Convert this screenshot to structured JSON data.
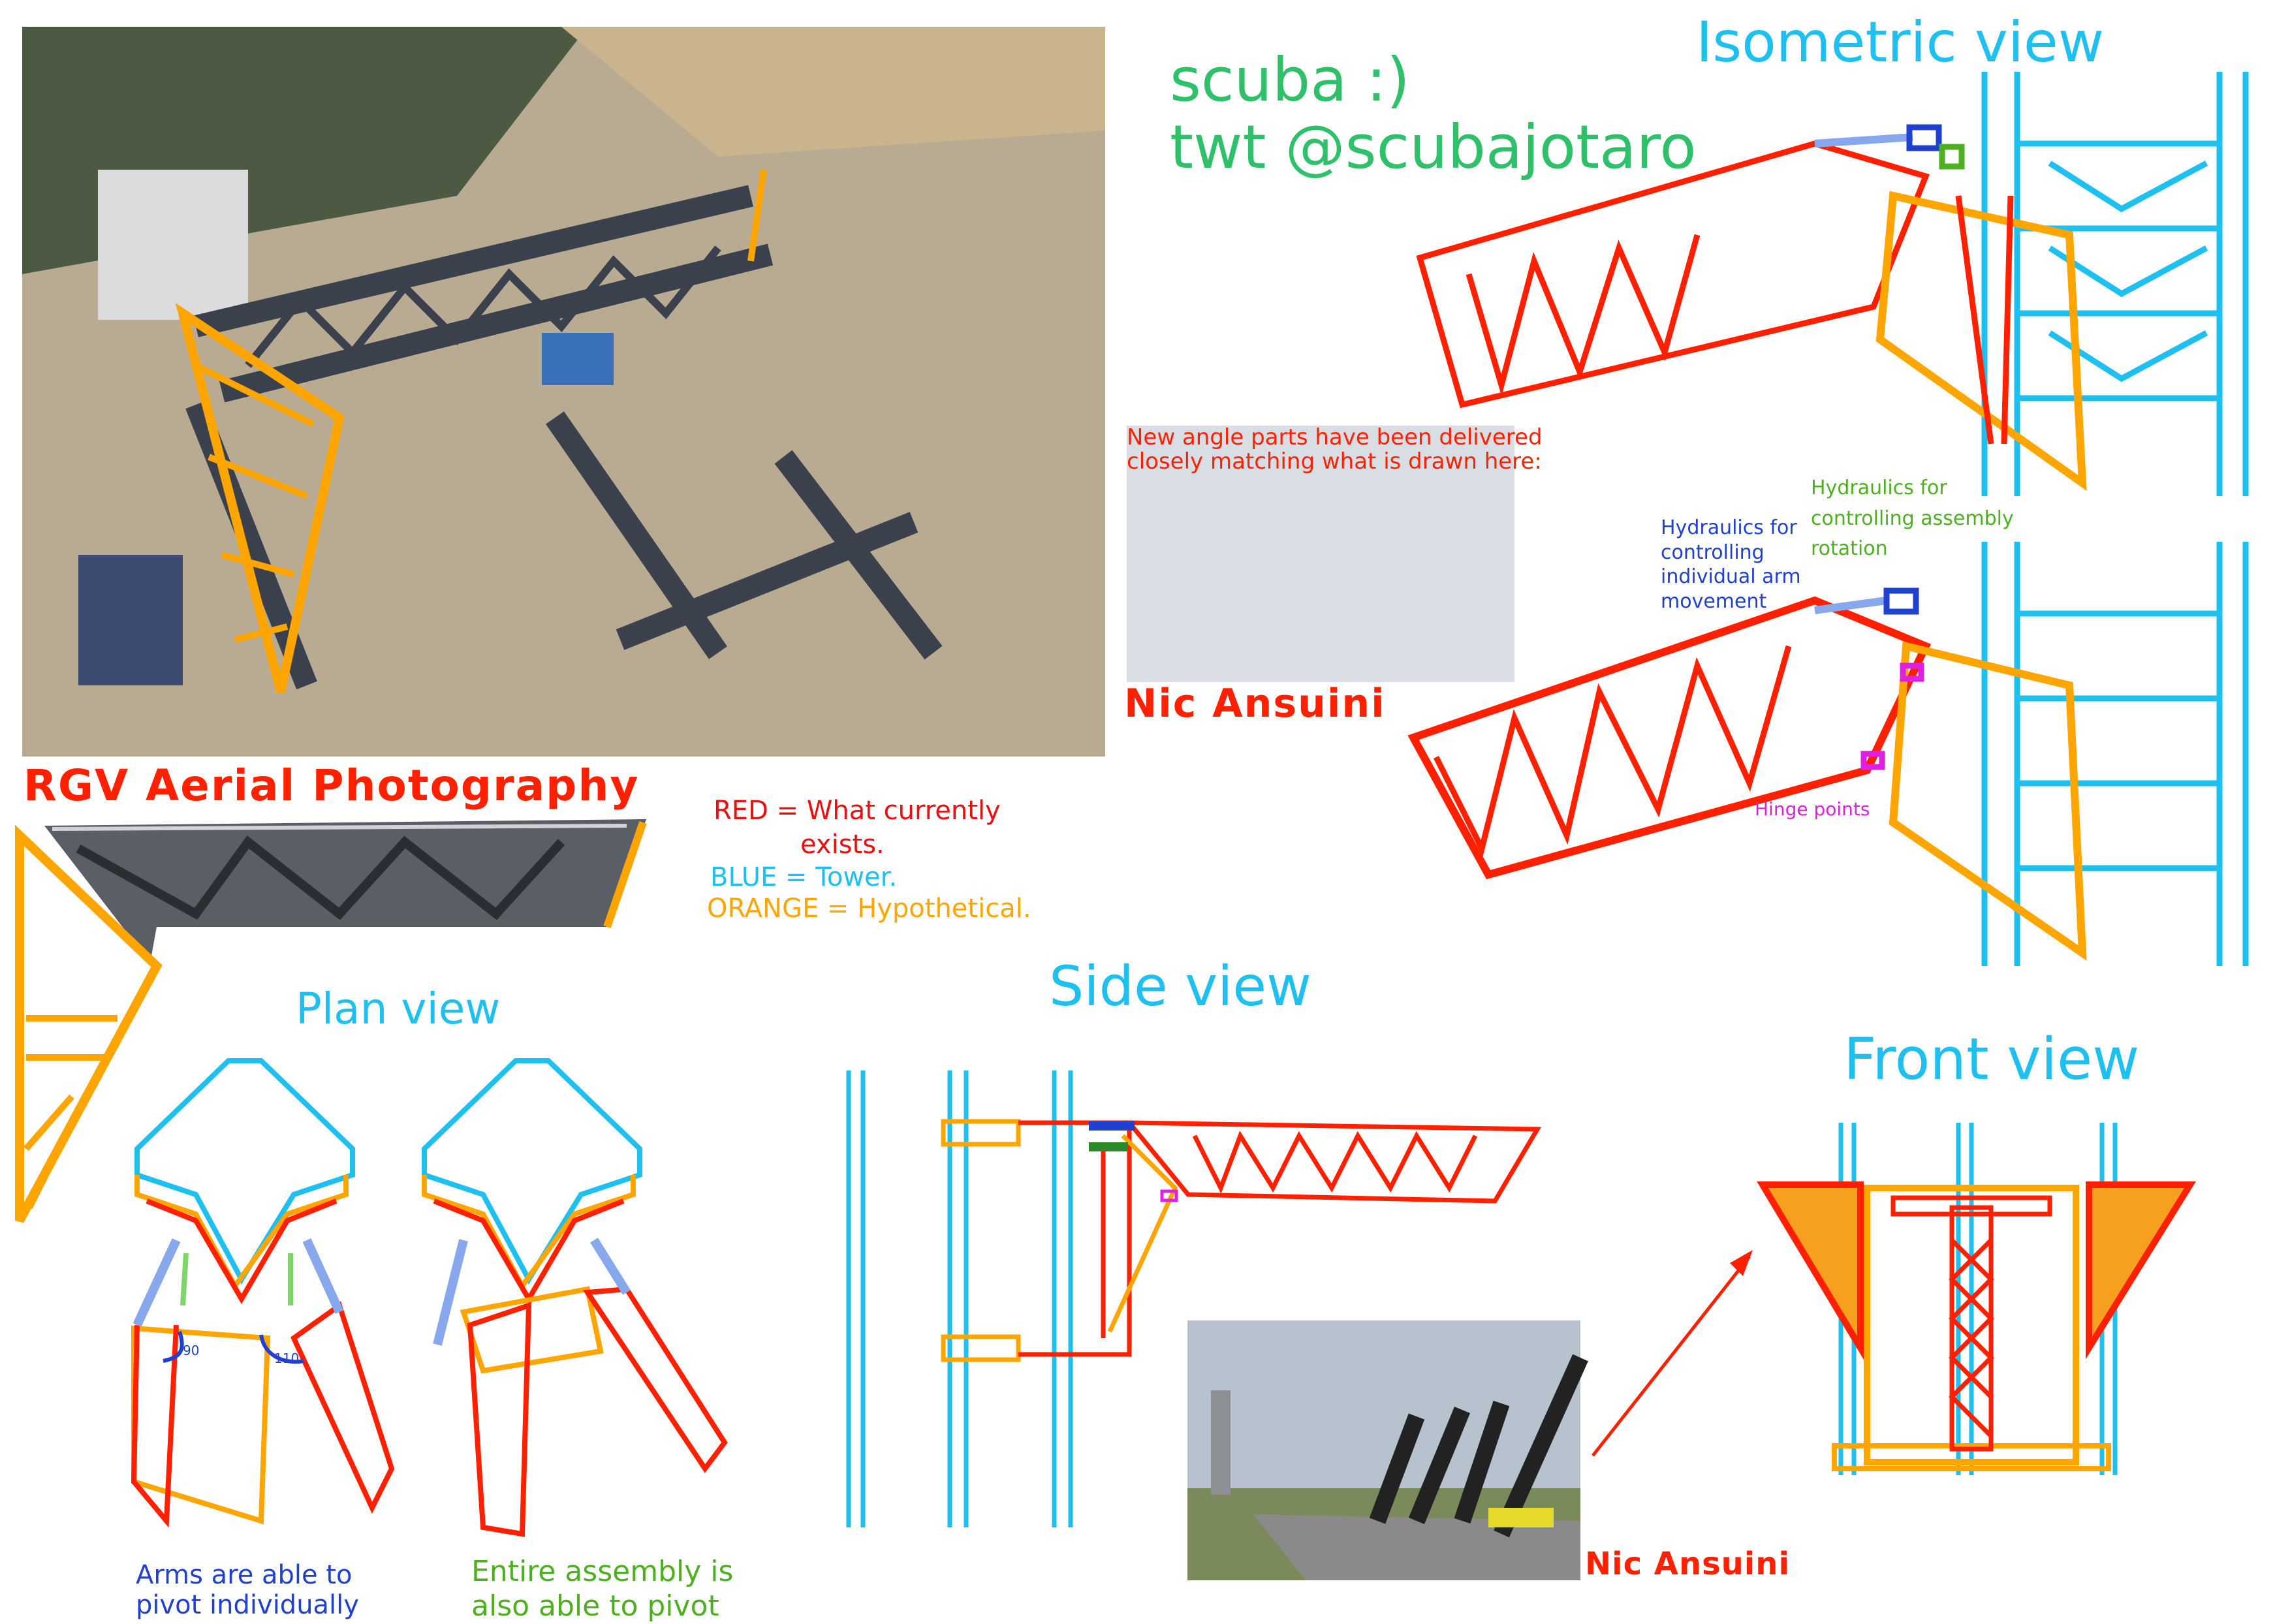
{
  "colors": {
    "red": "#ff2000",
    "blue": "#1ec0f0",
    "orange": "#ffa500",
    "green": "#2fc06a",
    "darkblue": "#2040d0",
    "lime": "#4cb020",
    "magenta": "#e020e0"
  },
  "author": {
    "line1": "scuba :)",
    "line2": "twt @scubajotaro"
  },
  "credits": {
    "aerial": "RGV Aerial Photography",
    "photo1": "Nic Ansuini",
    "photo2": "Nic Ansuini"
  },
  "photo_caption": {
    "line1": "New angle parts have been delivered",
    "line2": "closely matching what is drawn here:"
  },
  "legend": {
    "red": "RED = What currently",
    "red2": "exists.",
    "blue": "BLUE = Tower.",
    "orange": "ORANGE = Hypothetical."
  },
  "views": {
    "isometric": "Isometric view",
    "plan": "Plan view",
    "side": "Side view",
    "front": "Front view"
  },
  "annotations": {
    "hyd_arm": [
      "Hydraulics for",
      "controlling",
      "individual arm",
      "movement"
    ],
    "hyd_assembly": [
      "Hydraulics for",
      "controlling assembly",
      "rotation"
    ],
    "hinge": "Hinge points",
    "angle_left": "90",
    "angle_right": "110",
    "arms_pivot": [
      "Arms are able to",
      "pivot individually"
    ],
    "assembly_pivot": [
      "Entire assembly is",
      "also able to pivot"
    ]
  }
}
